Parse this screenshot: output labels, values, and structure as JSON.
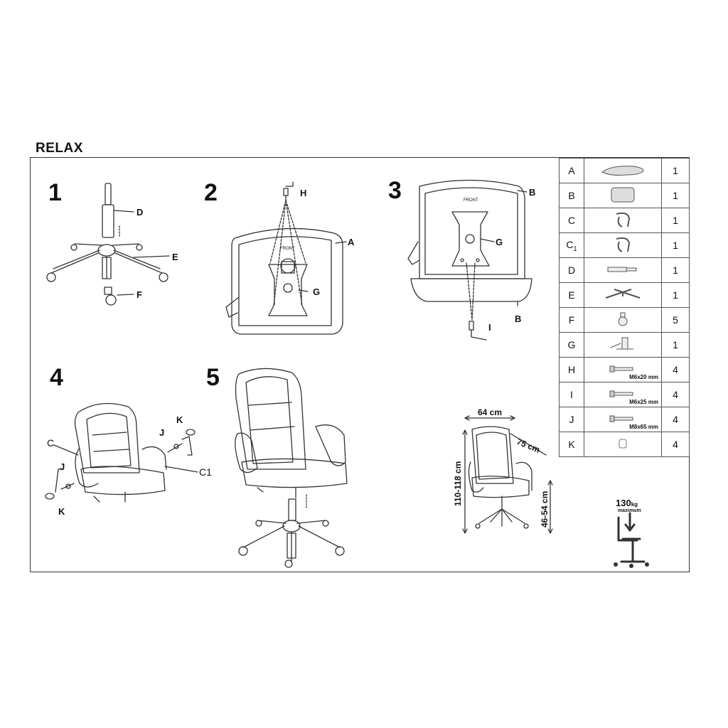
{
  "title": "RELAX",
  "steps": [
    {
      "number": "1",
      "labels": [
        "D",
        "E",
        "F"
      ]
    },
    {
      "number": "2",
      "labels": [
        "H",
        "A",
        "G"
      ],
      "plate_text": "FRONT"
    },
    {
      "number": "3",
      "labels": [
        "B",
        "G",
        "I",
        "B"
      ],
      "plate_text": "FRONT"
    },
    {
      "number": "4",
      "labels": [
        "C",
        "J",
        "K",
        "J",
        "K",
        "C1"
      ]
    },
    {
      "number": "5"
    }
  ],
  "dimensions": {
    "width": "64 cm",
    "depth": "75 cm",
    "height": "110-118 cm",
    "seat_height": "46-54 cm"
  },
  "parts": [
    {
      "letter": "A",
      "qty": "1",
      "icon": "seat-icon",
      "note": ""
    },
    {
      "letter": "B",
      "qty": "1",
      "icon": "backrest-icon",
      "note": ""
    },
    {
      "letter": "C",
      "qty": "1",
      "icon": "armrest-icon",
      "note": ""
    },
    {
      "letter": "C",
      "sub": "1",
      "qty": "1",
      "icon": "armrest-icon",
      "note": ""
    },
    {
      "letter": "D",
      "qty": "1",
      "icon": "gas-lift-icon",
      "note": ""
    },
    {
      "letter": "E",
      "qty": "1",
      "icon": "star-base-icon",
      "note": ""
    },
    {
      "letter": "F",
      "qty": "5",
      "icon": "caster-icon",
      "note": ""
    },
    {
      "letter": "G",
      "qty": "1",
      "icon": "mechanism-icon",
      "note": ""
    },
    {
      "letter": "H",
      "qty": "4",
      "icon": "bolt-icon",
      "note": "M6x20 mm"
    },
    {
      "letter": "I",
      "qty": "4",
      "icon": "bolt-icon",
      "note": "M6x25 mm"
    },
    {
      "letter": "J",
      "qty": "4",
      "icon": "bolt-icon",
      "note": "M8x65 mm"
    },
    {
      "letter": "K",
      "qty": "4",
      "icon": "cap-icon",
      "note": ""
    }
  ],
  "weight": {
    "value": "130",
    "unit": "kg",
    "caption": "maximum"
  }
}
